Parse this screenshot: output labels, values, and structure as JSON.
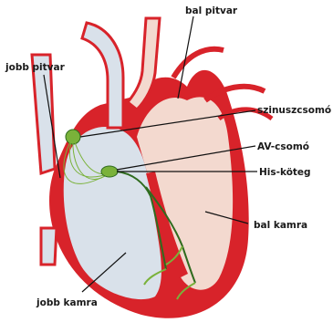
{
  "labels": {
    "bal_pitvar": "bal pitvar",
    "jobb_pitvar": "jobb pitvar",
    "szinuszcsomo": "szinuszcsomó",
    "av_csomo": "AV-csomó",
    "his_koteg": "His-köteg",
    "bal_kamra": "bal kamra",
    "jobb_kamra": "jobb kamra"
  },
  "colors": {
    "muscle": "#d8232a",
    "right_heart": "#d9e1ea",
    "left_heart": "#f3d9cf",
    "conduction": "#7ab23a",
    "conduction_dark": "#2f6b1e",
    "leader": "#111111"
  }
}
